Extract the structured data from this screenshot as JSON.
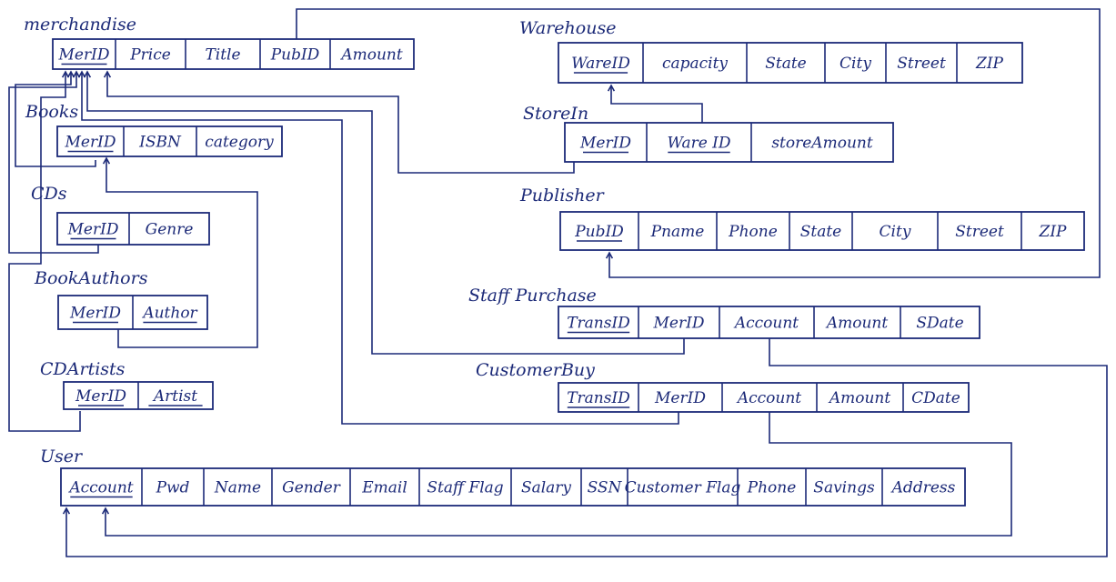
{
  "tables": [
    {
      "id": "merchandise",
      "title": "merchandise",
      "fields": [
        {
          "name": "MerID",
          "key": true
        },
        {
          "name": "Price"
        },
        {
          "name": "Title"
        },
        {
          "name": "PubID"
        },
        {
          "name": "Amount"
        }
      ]
    },
    {
      "id": "books",
      "title": "Books",
      "fields": [
        {
          "name": "MerID",
          "key": true
        },
        {
          "name": "ISBN"
        },
        {
          "name": "category"
        }
      ]
    },
    {
      "id": "cds",
      "title": "CDs",
      "fields": [
        {
          "name": "MerID",
          "key": true
        },
        {
          "name": "Genre"
        }
      ]
    },
    {
      "id": "bookauthors",
      "title": "BookAuthors",
      "fields": [
        {
          "name": "MerID",
          "key": true
        },
        {
          "name": "Author",
          "key": true
        }
      ]
    },
    {
      "id": "cdartists",
      "title": "CDArtists",
      "fields": [
        {
          "name": "MerID",
          "key": true
        },
        {
          "name": "Artist",
          "key": true
        }
      ]
    },
    {
      "id": "warehouse",
      "title": "Warehouse",
      "fields": [
        {
          "name": "WareID",
          "key": true
        },
        {
          "name": "capacity"
        },
        {
          "name": "State"
        },
        {
          "name": "City"
        },
        {
          "name": "Street"
        },
        {
          "name": "ZIP"
        }
      ]
    },
    {
      "id": "storein",
      "title": "StoreIn",
      "fields": [
        {
          "name": "MerID",
          "key": true
        },
        {
          "name": "Ware ID",
          "key": true
        },
        {
          "name": "storeAmount"
        }
      ]
    },
    {
      "id": "publisher",
      "title": "Publisher",
      "fields": [
        {
          "name": "PubID",
          "key": true
        },
        {
          "name": "Pname"
        },
        {
          "name": "Phone"
        },
        {
          "name": "State"
        },
        {
          "name": "City"
        },
        {
          "name": "Street"
        },
        {
          "name": "ZIP"
        }
      ]
    },
    {
      "id": "staffpurchase",
      "title": "Staff Purchase",
      "fields": [
        {
          "name": "TransID",
          "key": true
        },
        {
          "name": "MerID"
        },
        {
          "name": "Account"
        },
        {
          "name": "Amount"
        },
        {
          "name": "SDate"
        }
      ]
    },
    {
      "id": "customerbuy",
      "title": "CustomerBuy",
      "fields": [
        {
          "name": "TransID",
          "key": true
        },
        {
          "name": "MerID"
        },
        {
          "name": "Account"
        },
        {
          "name": "Amount"
        },
        {
          "name": "CDate"
        }
      ]
    },
    {
      "id": "user",
      "title": "User",
      "fields": [
        {
          "name": "Account",
          "key": true
        },
        {
          "name": "Pwd"
        },
        {
          "name": "Name"
        },
        {
          "name": "Gender"
        },
        {
          "name": "Email"
        },
        {
          "name": "Staff Flag"
        },
        {
          "name": "Salary"
        },
        {
          "name": "SSN"
        },
        {
          "name": "Customer Flag"
        },
        {
          "name": "Phone"
        },
        {
          "name": "Savings"
        },
        {
          "name": "Address"
        }
      ]
    }
  ],
  "links": [
    {
      "id": "books-merid-to-merchandise",
      "from": "Books.MerID",
      "to": "merchandise.MerID"
    },
    {
      "id": "cds-merid-to-merchandise",
      "from": "CDs.MerID",
      "to": "merchandise.MerID"
    },
    {
      "id": "cdartists-merid-to-merchandise",
      "from": "CDArtists.MerID",
      "to": "merchandise.MerID"
    },
    {
      "id": "bookauthors-merid-to-books",
      "from": "BookAuthors.MerID",
      "to": "Books.MerID"
    },
    {
      "id": "storein-merid-to-merchandise",
      "from": "StoreIn.MerID",
      "to": "merchandise.MerID"
    },
    {
      "id": "storein-wareid-to-warehouse",
      "from": "StoreIn.Ware ID",
      "to": "Warehouse.WareID"
    },
    {
      "id": "merchandise-pubid-to-publisher",
      "from": "merchandise.PubID",
      "to": "Publisher.PubID"
    },
    {
      "id": "staffpurchase-merid-to-merchandise",
      "from": "Staff Purchase.MerID",
      "to": "merchandise.MerID"
    },
    {
      "id": "customerbuy-merid-to-merchandise",
      "from": "CustomerBuy.MerID",
      "to": "merchandise.MerID"
    },
    {
      "id": "staffpurchase-account-to-user",
      "from": "Staff Purchase.Account",
      "to": "User.Account"
    },
    {
      "id": "customerbuy-account-to-user",
      "from": "CustomerBuy.Account",
      "to": "User.Account"
    }
  ]
}
